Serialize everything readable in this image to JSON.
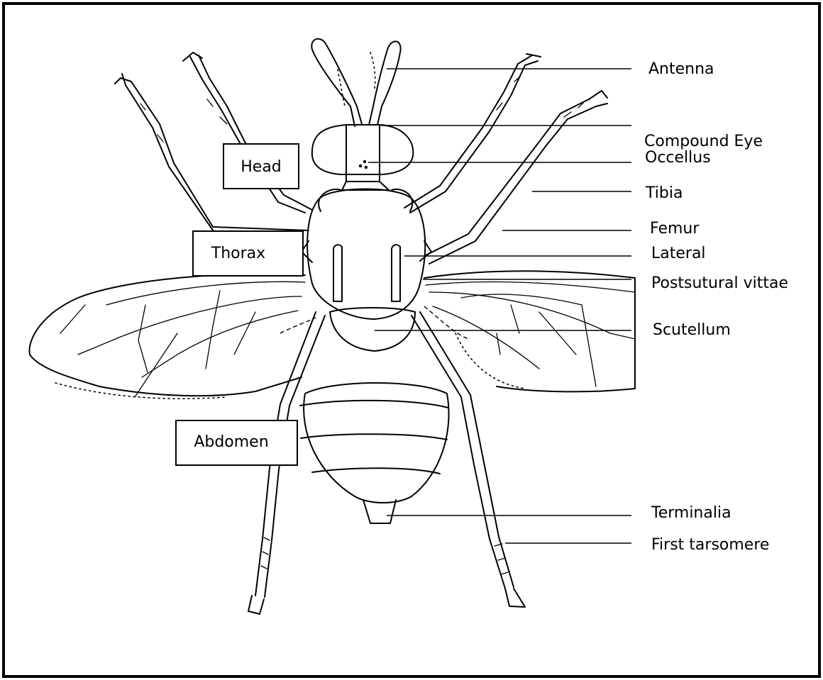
{
  "diagram": {
    "boxed_labels": {
      "head": "Head",
      "thorax": "Thorax",
      "abdomen": "Abdomen"
    },
    "callouts": {
      "antenna": "Antenna",
      "compound_eye": "Compound Eye",
      "occellus": "Occellus",
      "tibia": "Tibia",
      "femur": "Femur",
      "lateral": "Lateral",
      "postsutural_vittae": "Postsutural vittae",
      "scutellum": "Scutellum",
      "terminalia": "Terminalia",
      "first_tarsomere": "First tarsomere"
    }
  }
}
